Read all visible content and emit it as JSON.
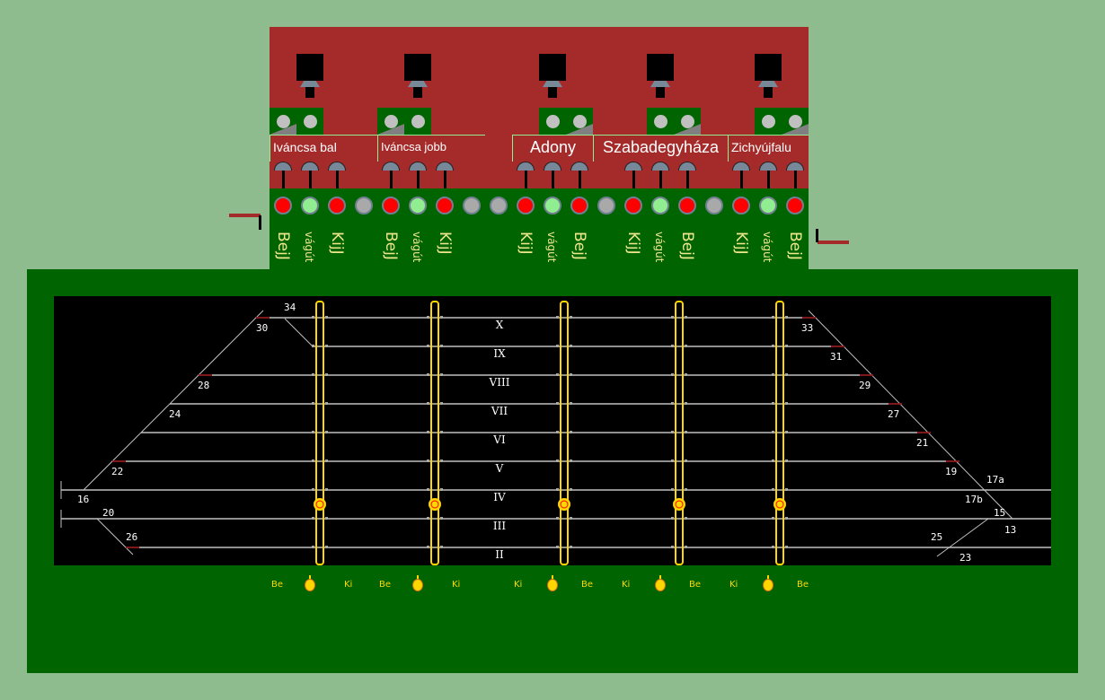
{
  "stations": [
    "Iváncsa bal",
    "Iváncsa jobb",
    "Adony",
    "Szabadegyháza",
    "Zichyújfalu"
  ],
  "button_labels": {
    "bej": "BejJ",
    "vagut": "vágút",
    "kij": "KijJ"
  },
  "lamps": [
    "red",
    "green",
    "red",
    "gray",
    "red",
    "green",
    "red",
    "gray",
    "gray",
    "red",
    "green",
    "red",
    "gray",
    "red",
    "green",
    "red",
    "gray",
    "red",
    "green",
    "red"
  ],
  "colors": {
    "red": "#ff0000",
    "green": "#90ee90",
    "gray": "#a9a9a9",
    "track": "#c0c0c0",
    "switch_mark": "#8b0000",
    "bar": "#ffd700"
  },
  "tracks": [
    "X",
    "IX",
    "VIII",
    "VII",
    "VI",
    "V",
    "IV",
    "III",
    "II"
  ],
  "nodes": {
    "n34": "34",
    "n30": "30",
    "n28": "28",
    "n24": "24",
    "n22": "22",
    "n16": "16",
    "n20": "20",
    "n26": "26",
    "n33": "33",
    "n31": "31",
    "n29": "29",
    "n27": "27",
    "n21": "21",
    "n19": "19",
    "n17a": "17a",
    "n17b": "17b",
    "n15": "15",
    "n13": "13",
    "n25": "25",
    "n23": "23"
  },
  "bottom": {
    "be": "Be",
    "ki": "Ki"
  }
}
